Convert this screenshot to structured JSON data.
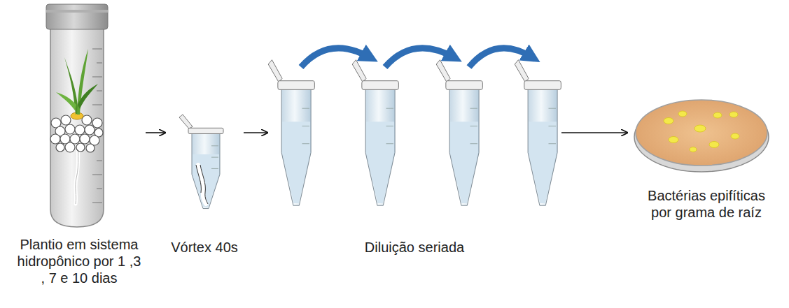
{
  "diagram": {
    "nodes": [
      {
        "text": [
          "Plantio em sistema hidropônico por 1 ,3 , 7 e 10 dias"
        ]
      },
      {
        "text": [
          "Vórtex 40s"
        ]
      },
      {
        "text": [
          "Diluição seriada"
        ]
      },
      {
        "text": [
          "Bactérias epifíticas por grama de raíz"
        ]
      }
    ],
    "edges": [
      {
        "from": 0,
        "to": 1,
        "arrow": "to"
      },
      {
        "from": 1,
        "to": 2,
        "arrow": "to"
      },
      {
        "from": 2,
        "to": 3,
        "arrow": "to"
      }
    ]
  }
}
